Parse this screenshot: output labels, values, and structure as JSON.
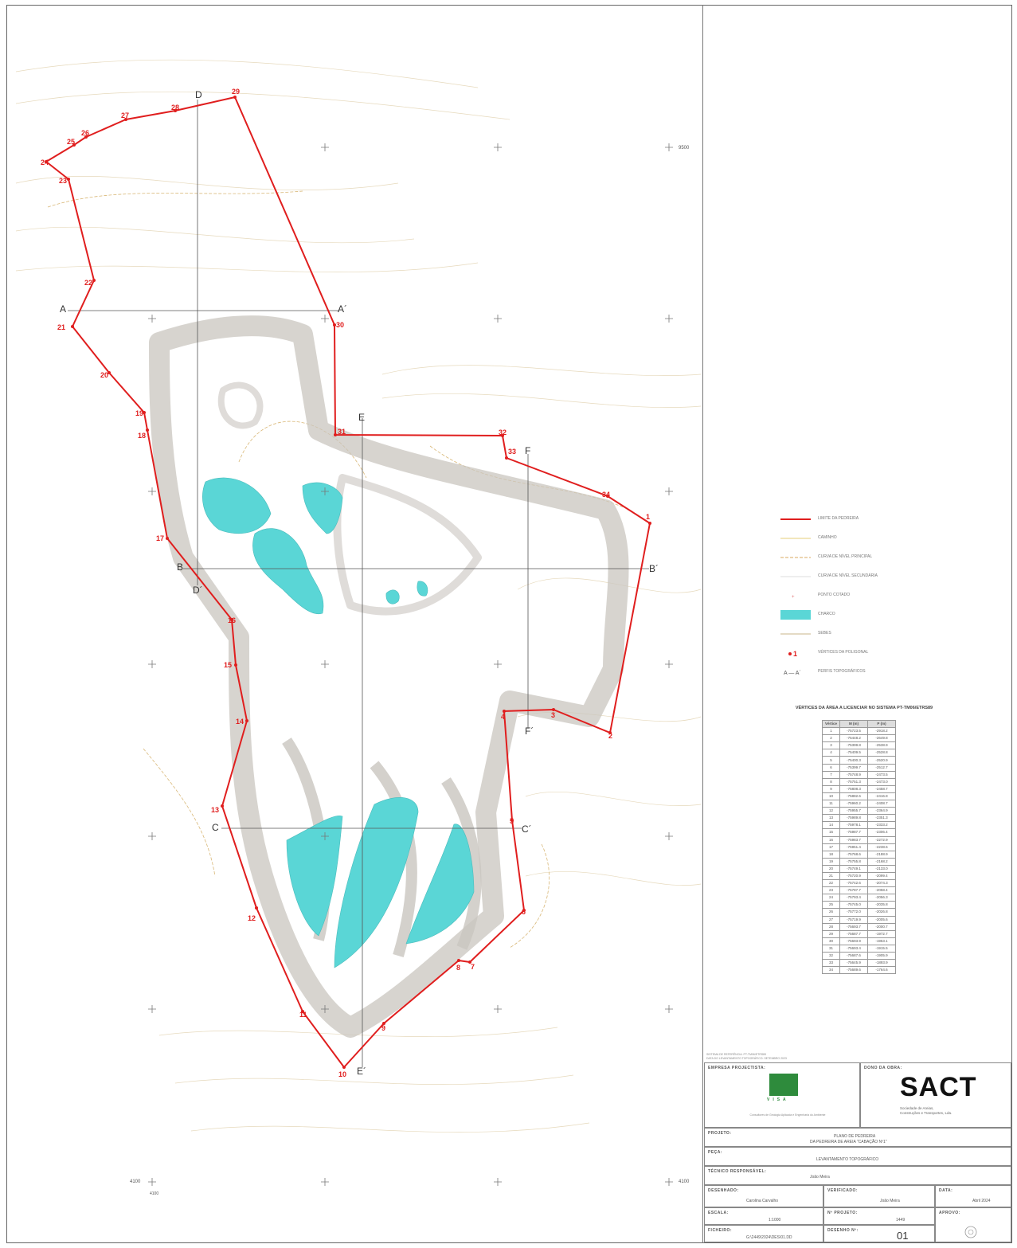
{
  "map": {
    "sections": [
      "A",
      "A´",
      "B",
      "B´",
      "C",
      "C´",
      "D",
      "D´",
      "E",
      "E´",
      "F",
      "F´"
    ],
    "grid_labels": [
      "9500",
      "4100",
      "4100",
      "4100"
    ],
    "vertex_labels": [
      "1",
      "2",
      "3",
      "4",
      "5",
      "6",
      "7",
      "8",
      "9",
      "10",
      "11",
      "12",
      "13",
      "14",
      "15",
      "16",
      "17",
      "18",
      "19",
      "20",
      "21",
      "22",
      "23",
      "24",
      "25",
      "26",
      "27",
      "28",
      "29",
      "30",
      "31",
      "32",
      "33",
      "34"
    ],
    "colors": {
      "boundary": "#e01e1e",
      "water": "#5ad6d6",
      "slope": "#c9c5bf",
      "contour": "#d9b878"
    }
  },
  "legend": {
    "items": [
      {
        "label": "LIMITE DA PEDREIRA",
        "kind": "red-line"
      },
      {
        "label": "CAMINHO",
        "kind": "yellow-line"
      },
      {
        "label": "CURVA DE NÍVEL PRINCIPAL",
        "kind": "orange-dash"
      },
      {
        "label": "CURVA DE NÍVEL SECUNDÁRIA",
        "kind": "grey-line"
      },
      {
        "label": "PONTO COTADO",
        "kind": "point"
      },
      {
        "label": "CHARCO",
        "kind": "water"
      },
      {
        "label": "SEBES",
        "kind": "hedge"
      },
      {
        "label": "VÉRTICES DA POLIGONAL",
        "kind": "vertex"
      },
      {
        "label": "PERFIS TOPOGRÁFICOS",
        "kind": "profile"
      }
    ],
    "vertex_symbol": "1",
    "profile_symbol": "A — A´"
  },
  "coords": {
    "title": "VÉRTICES DA ÁREA A LICENCIAR NO SISTEMA PT-TM06/ETRS89",
    "headers": [
      "Vértice",
      "M (m)",
      "P (m)"
    ],
    "rows": [
      [
        "1",
        "-75723.5",
        "-2918.2"
      ],
      [
        "2",
        "-75448.2",
        "-2649.8"
      ],
      [
        "3",
        "-75399.8",
        "-2538.9"
      ],
      [
        "4",
        "-75409.5",
        "-2528.8"
      ],
      [
        "5",
        "-75400.3",
        "-2520.9"
      ],
      [
        "6",
        "-75399.7",
        "-2512.7"
      ],
      [
        "7",
        "-75748.9",
        "-2473.5"
      ],
      [
        "8",
        "-75751.3",
        "-2473.0"
      ],
      [
        "9",
        "-75808.3",
        "-2458.7"
      ],
      [
        "10",
        "-75882.6",
        "-2416.8"
      ],
      [
        "11",
        "-75960.2",
        "-2408.7"
      ],
      [
        "12",
        "-75955.7",
        "-2364.9"
      ],
      [
        "13",
        "-75989.8",
        "-2351.3"
      ],
      [
        "14",
        "-75978.1",
        "-2333.2"
      ],
      [
        "15",
        "-75987.7",
        "-2306.4"
      ],
      [
        "16",
        "-75983.7",
        "-2272.9"
      ],
      [
        "17",
        "-75951.4",
        "-2238.6"
      ],
      [
        "18",
        "-75768.6",
        "-2188.9"
      ],
      [
        "19",
        "-75755.8",
        "-2168.2"
      ],
      [
        "20",
        "-75749.1",
        "-2133.0"
      ],
      [
        "21",
        "-75720.9",
        "-2099.4"
      ],
      [
        "22",
        "-75742.6",
        "-2074.3"
      ],
      [
        "23",
        "-75787.7",
        "-2058.4"
      ],
      [
        "24",
        "-75793.4",
        "-2056.3"
      ],
      [
        "25",
        "-75745.0",
        "-2035.8"
      ],
      [
        "26",
        "-75772.0",
        "-2026.8"
      ],
      [
        "27",
        "-75719.9",
        "-2005.6"
      ],
      [
        "28",
        "-75693.7",
        "-2000.7"
      ],
      [
        "29",
        "-75687.7",
        "-1972.7"
      ],
      [
        "30",
        "-75693.9",
        "-1953.1"
      ],
      [
        "31",
        "-75693.4",
        "-1915.5"
      ],
      [
        "32",
        "-75687.6",
        "-1905.9"
      ],
      [
        "33",
        "-75645.9",
        "-1893.9"
      ],
      [
        "34",
        "-75689.6",
        "-1764.6"
      ]
    ]
  },
  "title_block": {
    "note1": "SISTEMA DE REFERÊNCIA: PT-TM06/ETRS89",
    "note2": "DATA DO LEVANTAMENTO TOPOGRÁFICO: SETEMBRO 2023",
    "empresa_cap": "EMPRESA PROJECTISTA:",
    "logo_text": "VISA",
    "firm_line": "Consultores de Geologia Aplicada e Engenharia do Ambiente",
    "dono_cap": "DONO DA OBRA:",
    "client_name": "SACT",
    "client_sub1": "Sociedade de Areias,",
    "client_sub2": "Construções e Transportes, Lda.",
    "projeto_cap": "PROJETO:",
    "projeto_val1": "PLANO DE PEDREIRA",
    "projeto_val2": "DA PEDREIRA DE AREIA \"CABAÇÃO Nº1\"",
    "peca_cap": "PEÇA:",
    "peca_val": "LEVANTAMENTO TOPOGRÁFICO",
    "tecnico_cap": "TÉCNICO RESPONSÁVEL:",
    "tecnico_val": "João Meira",
    "desenhado_cap": "DESENHADO:",
    "desenhado_val": "Carolina Carvalho",
    "verificado_cap": "VERIFICADO:",
    "verificado_val": "João Meira",
    "data_cap": "DATA:",
    "data_val": "Abril 2024",
    "escala_cap": "ESCALA:",
    "escala_val": "1:1000",
    "projeto_no_cap": "Nº PROJETO:",
    "projeto_no_val": "1449",
    "aprov_cap": "APROVO:",
    "ficheiro_cap": "FICHEIRO:",
    "ficheiro_val": "G:\\2449\\2024\\DES\\01.DD",
    "desenho_cap": "DESENHO Nº:",
    "desenho_val": "01"
  }
}
